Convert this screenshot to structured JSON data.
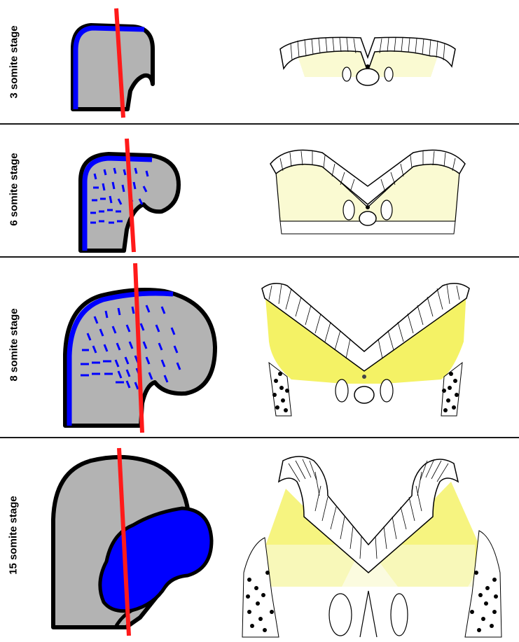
{
  "stages": [
    {
      "label": "3 somite stage"
    },
    {
      "label": "6 somite stage"
    },
    {
      "label": "8 somite stage"
    },
    {
      "label": "15 somite stage"
    }
  ],
  "colors": {
    "head_fill": "#b3b3b3",
    "outline": "#000000",
    "marker_blue": "#0000ff",
    "section_line": "#ff1a1a",
    "yellow_light": "#fafad2",
    "yellow_strong": "#f2f04a"
  }
}
